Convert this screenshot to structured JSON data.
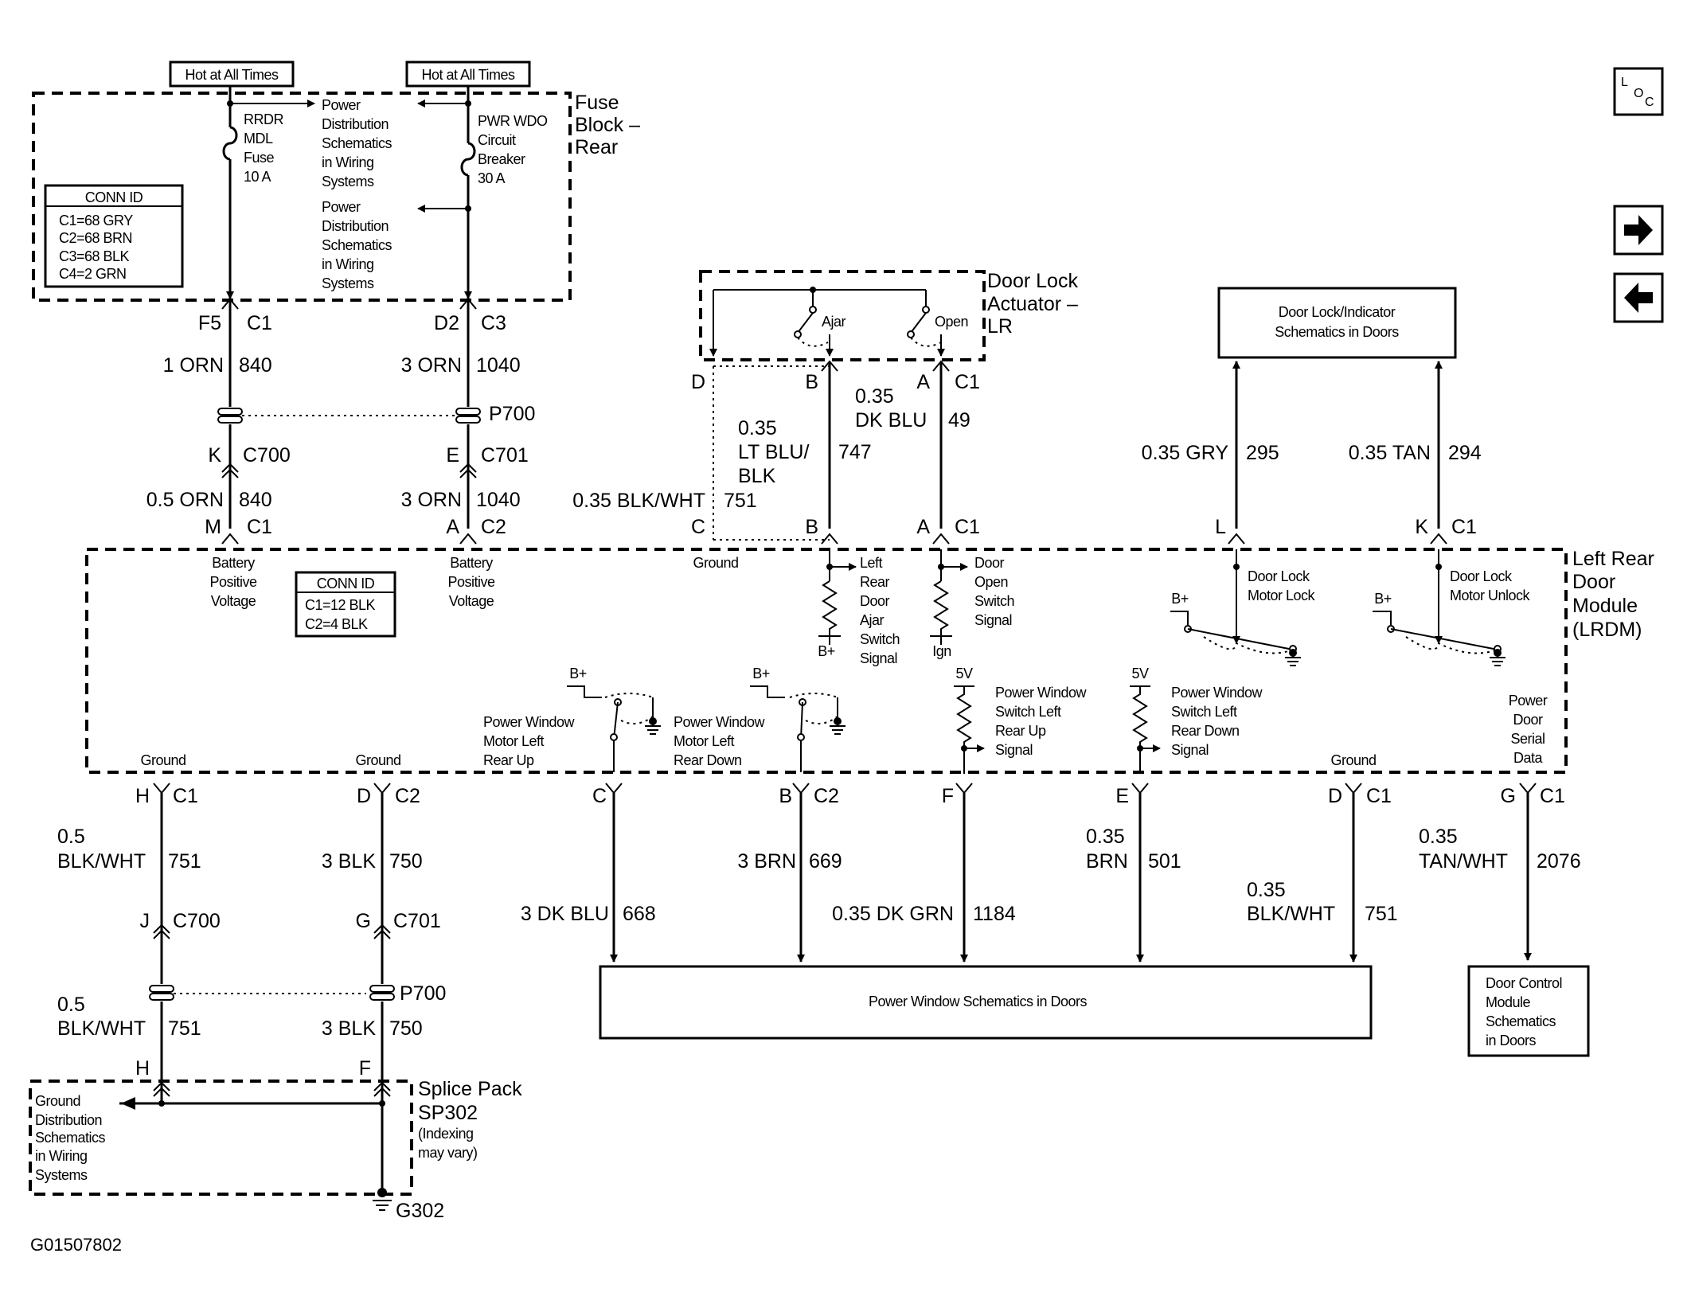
{
  "diagram_id": "G01507802",
  "nav": {
    "loc_label": "L",
    "loc_sub1": "O",
    "loc_sub2": "C",
    "forward_icon": "arrow-right-icon",
    "back_icon": "arrow-left-icon"
  },
  "fuse_block": {
    "title_lines": [
      "Fuse",
      "Block –",
      "Rear"
    ],
    "hot_left": "Hot at All Times",
    "hot_right": "Hot at All Times",
    "fuse_left": [
      "RRDR",
      "MDL",
      "Fuse",
      "10 A"
    ],
    "fuse_right": [
      "PWR WDO",
      "Circuit",
      "Breaker",
      "30 A"
    ],
    "pd_top": [
      "Power",
      "Distribution",
      "Schematics",
      "in Wiring",
      "Systems"
    ],
    "pd_bottom": [
      "Power",
      "Distribution",
      "Schematics",
      "in Wiring",
      "Systems"
    ],
    "conn_title": "CONN ID",
    "conn_rows": [
      "C1=68 GRY",
      "C2=68 BRN",
      "C3=68 BLK",
      "C4=2 GRN"
    ]
  },
  "feed_left": {
    "pin": "F5",
    "conn": "C1",
    "wire": "1 ORN",
    "circuit": "840",
    "c700_pin": "K",
    "c700": "C700",
    "wire2": "0.5 ORN",
    "circuit2": "840",
    "mod_pin": "M",
    "mod_conn": "C1"
  },
  "feed_right": {
    "pin": "D2",
    "conn": "C3",
    "wire": "3 ORN",
    "circuit": "1040",
    "p700": "P700",
    "c701_pin": "E",
    "c701": "C701",
    "wire2": "3 ORN",
    "circuit2": "1040",
    "mod_pin": "A",
    "mod_conn": "C2"
  },
  "actuator": {
    "title_lines": [
      "Door Lock",
      "Actuator –",
      "LR"
    ],
    "ajar": "Ajar",
    "open": "Open",
    "pin_d": "D",
    "pin_b": "B",
    "pin_a": "A",
    "conn": "C1",
    "w747": [
      "0.35",
      "LT BLU/",
      "BLK"
    ],
    "c747": "747",
    "w49": [
      "0.35",
      "DK BLU"
    ],
    "c49": "49",
    "w751": "0.35 BLK/WHT",
    "c751": "751",
    "mod_c": "C",
    "mod_b": "B",
    "mod_a": "A",
    "mod_conn": "C1"
  },
  "indicator": {
    "box_lines": [
      "Door Lock/Indicator",
      "Schematics in Doors"
    ],
    "w295": "0.35 GRY",
    "c295": "295",
    "w294": "0.35 TAN",
    "c294": "294",
    "pin_l": "L",
    "pin_k": "K",
    "conn": "C1"
  },
  "module": {
    "title_lines": [
      "Left Rear",
      "Door",
      "Module",
      "(LRDM)"
    ],
    "bpv_left": [
      "Battery",
      "Positive",
      "Voltage"
    ],
    "bpv_right": [
      "Battery",
      "Positive",
      "Voltage"
    ],
    "conn_title": "CONN ID",
    "conn_rows": [
      "C1=12 BLK",
      "C2=4 BLK"
    ],
    "ground_top": "Ground",
    "ajar_signal": [
      "Left",
      "Rear",
      "Door",
      "Ajar",
      "Switch",
      "Signal"
    ],
    "open_signal": [
      "Door",
      "Open",
      "Switch",
      "Signal"
    ],
    "bplus": "B+",
    "ign": "Ign",
    "lock": [
      "Door Lock",
      "Motor Lock"
    ],
    "unlock": [
      "Door Lock",
      "Motor Unlock"
    ],
    "pw_up": [
      "Power Window",
      "Motor Left",
      "Rear Up"
    ],
    "pw_down": [
      "Power Window",
      "Motor Left",
      "Rear Down"
    ],
    "sw_up": [
      "Power Window",
      "Switch Left",
      "Rear Up",
      "Signal"
    ],
    "sw_down": [
      "Power Window",
      "Switch Left",
      "Rear Down",
      "Signal"
    ],
    "v5": "5V",
    "serial": [
      "Power",
      "Door",
      "Serial",
      "Data"
    ],
    "ground": "Ground"
  },
  "bottom": {
    "g1": {
      "pin": "H",
      "conn": "C1",
      "wire": [
        "0.5",
        "BLK/WHT"
      ],
      "circuit": "751",
      "c_pin": "J",
      "c": "C700",
      "wire2": [
        "0.5",
        "BLK/WHT"
      ],
      "circuit2": "751",
      "sp_pin": "H"
    },
    "g2": {
      "pin": "D",
      "conn": "C2",
      "wire": "3 BLK",
      "circuit": "750",
      "c_pin": "G",
      "c": "C701",
      "p": "P700",
      "wire2": "3 BLK",
      "circuit2": "750",
      "sp_pin": "F"
    },
    "up": {
      "pin": "C",
      "wire": "3 DK BLU",
      "circuit": "668"
    },
    "down": {
      "pin": "B",
      "conn": "C2",
      "wire": "3 BRN",
      "circuit": "669"
    },
    "swu": {
      "pin": "F",
      "wire": "0.35 DK GRN",
      "circuit": "1184"
    },
    "swd": {
      "pin": "E",
      "wire": [
        "0.35",
        "BRN"
      ],
      "circuit": "501"
    },
    "gnd": {
      "pin": "D",
      "conn": "C1",
      "wire": [
        "0.35",
        "BLK/WHT"
      ],
      "circuit": "751"
    },
    "ser": {
      "pin": "G",
      "conn": "C1",
      "wire": [
        "0.35",
        "TAN/WHT"
      ],
      "circuit": "2076"
    },
    "pw_box": "Power Window Schematics in Doors",
    "dcm_box": [
      "Door Control",
      "Module",
      "Schematics",
      "in Doors"
    ]
  },
  "splice": {
    "title": [
      "Splice Pack",
      "SP302"
    ],
    "note": [
      "(Indexing",
      "may vary)"
    ],
    "ground_dist": [
      "Ground",
      "Distribution",
      "Schematics",
      "in Wiring",
      "Systems"
    ],
    "g302": "G302"
  }
}
